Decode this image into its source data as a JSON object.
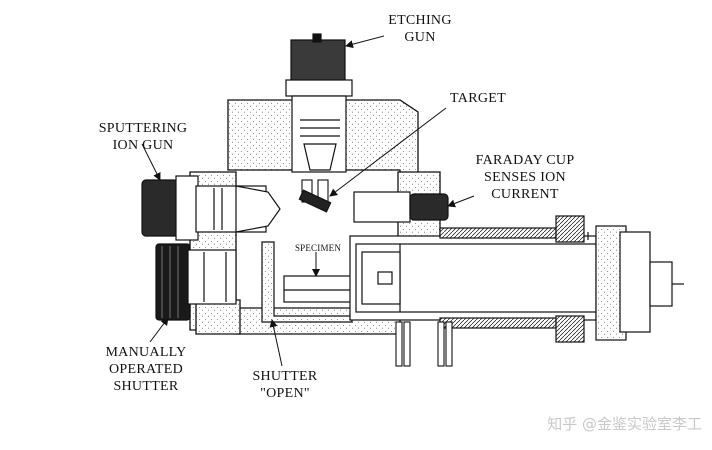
{
  "labels": {
    "etching_gun": [
      "ETCHING",
      "GUN"
    ],
    "sputtering_ion_gun": [
      "SPUTTERING",
      "ION GUN"
    ],
    "target": "TARGET",
    "faraday_cup": [
      "FARADAY CUP",
      "SENSES ION",
      "CURRENT"
    ],
    "specimen": "SPECIMEN",
    "manually_operated_shutter": [
      "MANUALLY",
      "OPERATED",
      "SHUTTER"
    ],
    "shutter_open": [
      "SHUTTER",
      "\"OPEN\""
    ]
  },
  "watermark": "知乎 @金鉴实验室李工",
  "colors": {
    "line": "#111111",
    "stipple": "#7a7a7a",
    "dark": "#1a1a1a",
    "watermark": "#c8c8c8"
  }
}
